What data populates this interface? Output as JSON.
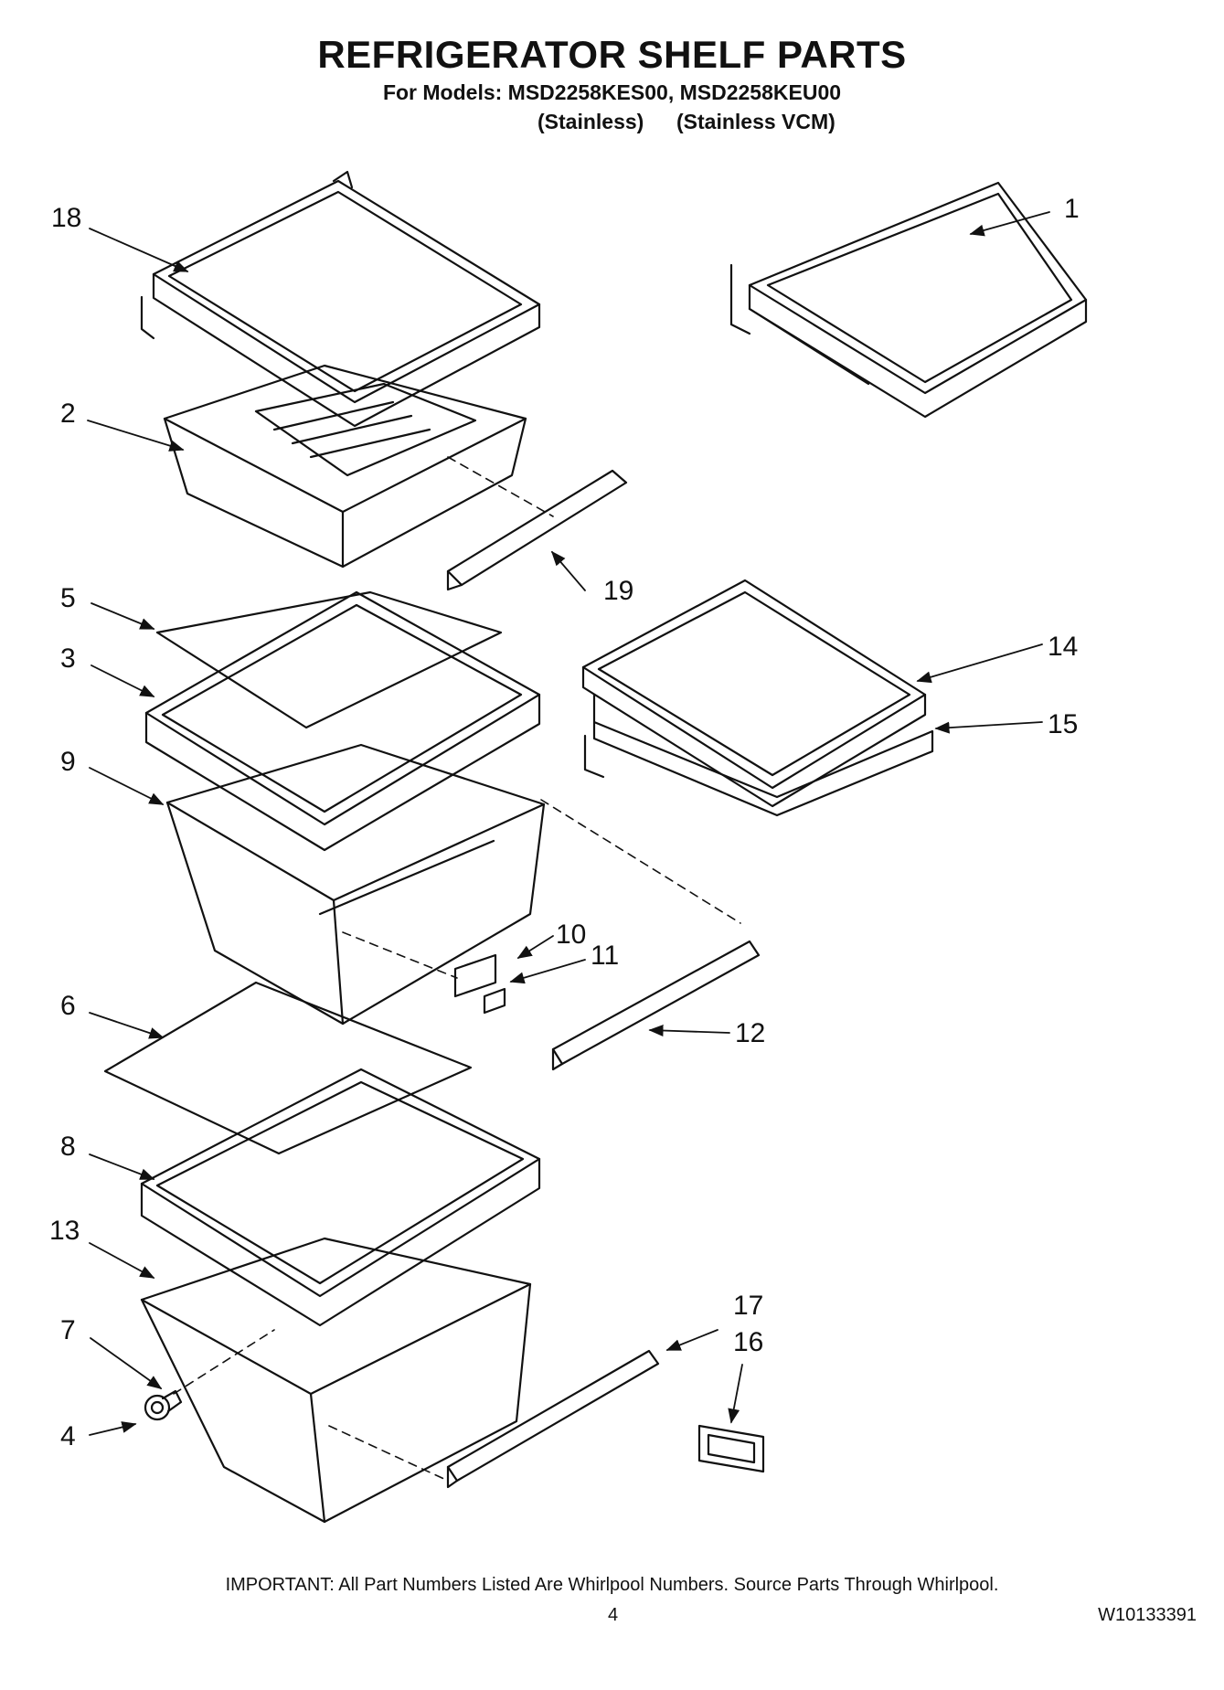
{
  "header": {
    "title": "REFRIGERATOR SHELF PARTS",
    "subtitle": "For Models: MSD2258KES00, MSD2258KEU00",
    "variants": [
      "(Stainless)",
      "(Stainless VCM)"
    ]
  },
  "callouts": {
    "c1": "1",
    "c2": "2",
    "c3": "3",
    "c4": "4",
    "c5": "5",
    "c6": "6",
    "c7": "7",
    "c8": "8",
    "c9": "9",
    "c10": "10",
    "c11": "11",
    "c12": "12",
    "c13": "13",
    "c14": "14",
    "c15": "15",
    "c16": "16",
    "c17": "17",
    "c18": "18",
    "c19": "19"
  },
  "footer": {
    "note": "IMPORTANT: All Part Numbers Listed Are Whirlpool Numbers. Source Parts Through Whirlpool.",
    "page_number": "4",
    "doc_number": "W10133391"
  }
}
